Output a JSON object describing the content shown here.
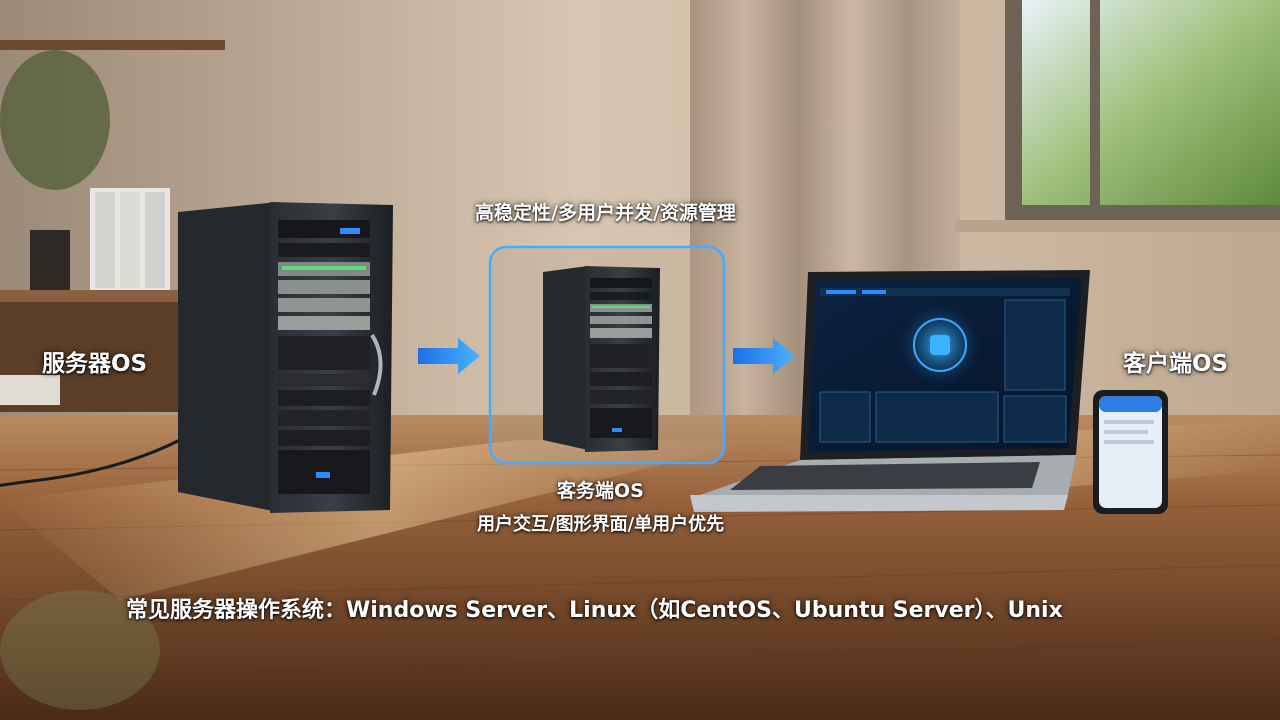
{
  "labels": {
    "server_os": "服务器OS",
    "client_os": "客户端OS",
    "server_features": "高稳定性/多用户并发/资源管理",
    "middle_title": "客务端OS",
    "client_features": "用户交互/图形界面/单用户优先",
    "common_systems": "常见服务器操作系统：Windows Server、Linux（如CentOS、Ubuntu Server）、Unix"
  },
  "colors": {
    "accent_blue": "#2f8cff",
    "frame_blue": "#4aa8ff",
    "floor_wood": "#8a5430",
    "wall": "#cdbba6"
  },
  "icons": {
    "arrow_left": "arrow-right-icon",
    "arrow_right": "arrow-right-icon"
  }
}
